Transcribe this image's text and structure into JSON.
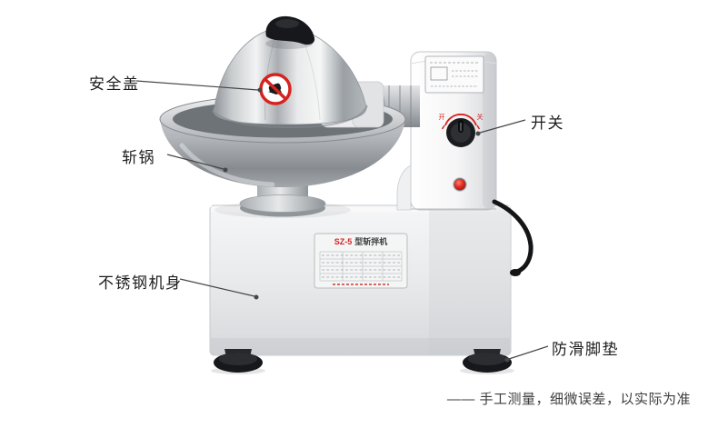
{
  "page": {
    "disclaimer": "—— 手工测量，细微误差，以实际为准"
  },
  "callouts": {
    "safety_cover": {
      "label": "安全盖"
    },
    "bowl": {
      "label": "斩锅"
    },
    "body": {
      "label": "不锈钢机身"
    },
    "switch": {
      "label": "开关"
    },
    "foot_pad": {
      "label": "防滑脚垫"
    }
  },
  "machine": {
    "plate": {
      "model": "SZ-5",
      "name": "型斩拌机"
    },
    "switch_markings": {
      "on": "开",
      "off": "关"
    },
    "colors": {
      "accent_red": "#d6231f",
      "steel_light": "#f2f3f4",
      "steel_dark": "#8f949a",
      "housing_white": "#fbfbfc"
    }
  }
}
